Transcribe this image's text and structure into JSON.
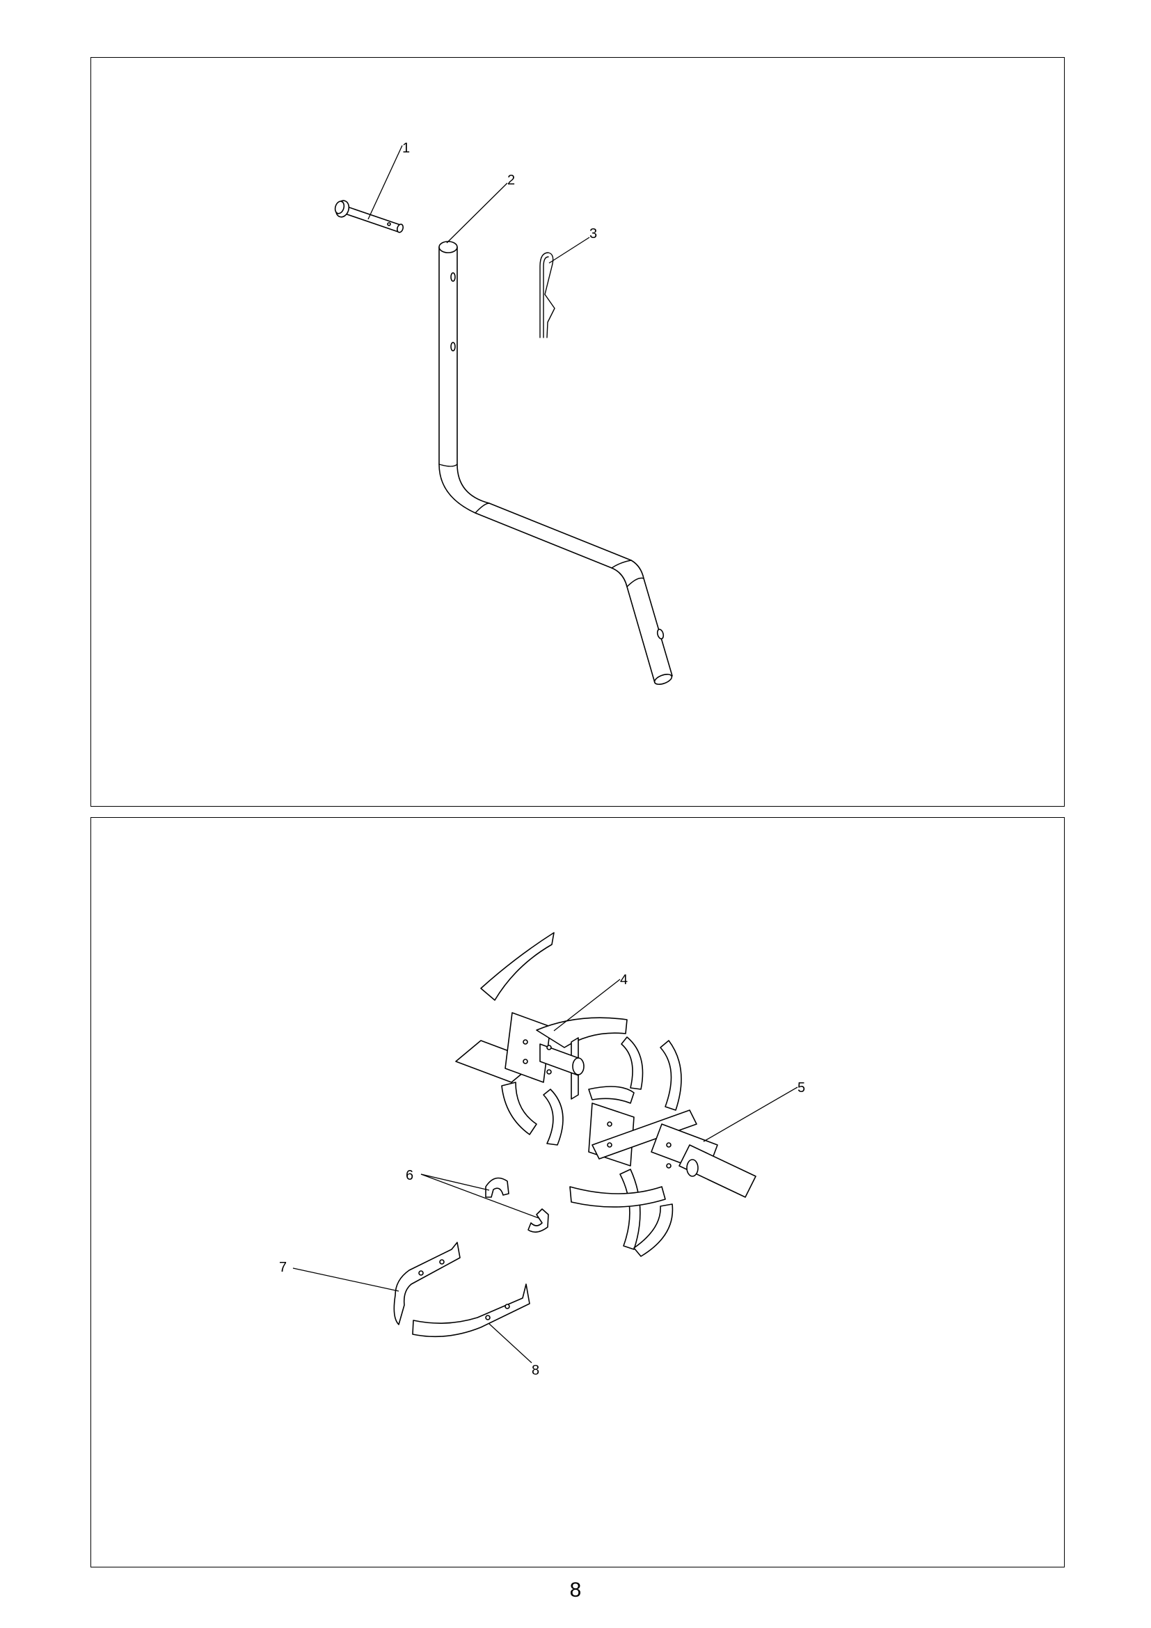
{
  "page": {
    "number": "8"
  },
  "top_panel": {
    "callouts": {
      "c1": "1",
      "c2": "2",
      "c3": "3"
    }
  },
  "bottom_panel": {
    "callouts": {
      "c4": "4",
      "c5": "5",
      "c6": "6",
      "c7": "7",
      "c8": "8"
    }
  }
}
